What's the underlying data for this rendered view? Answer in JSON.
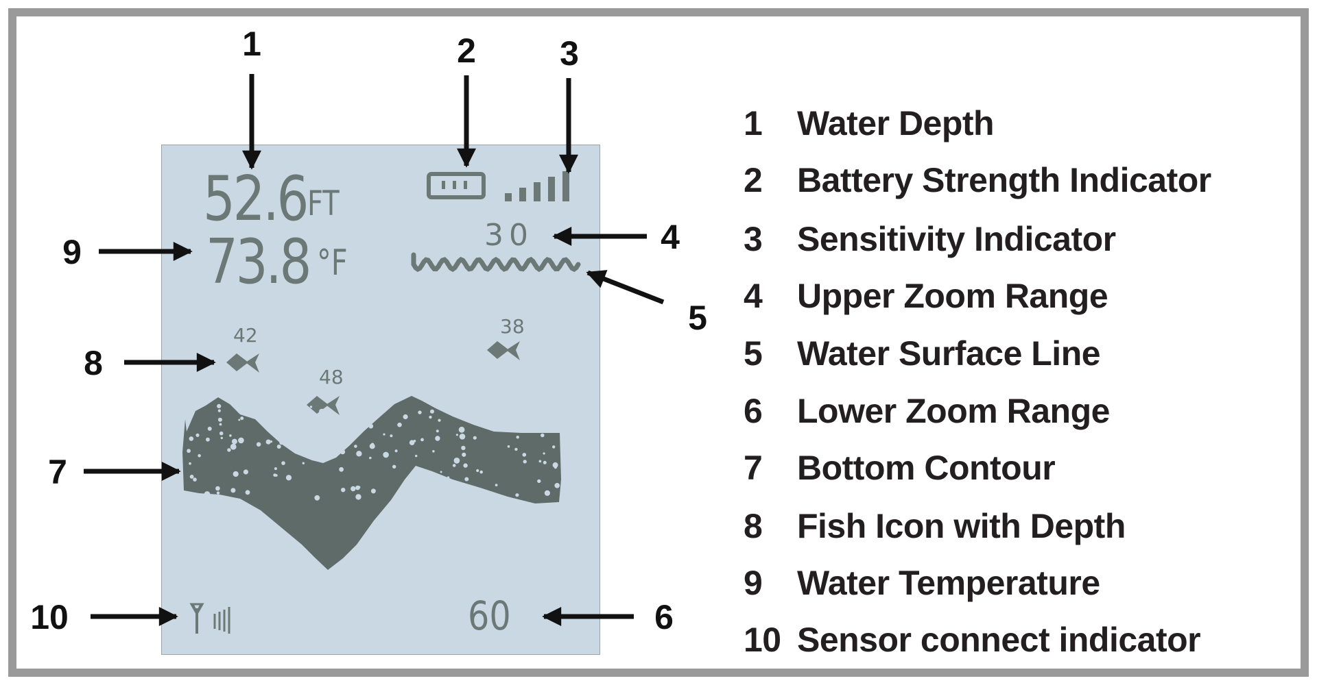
{
  "display": {
    "water_depth": "52.6",
    "depth_unit": "FT",
    "water_temperature": "73.8",
    "temperature_unit": "°F",
    "upper_zoom_range": "30",
    "lower_zoom_range": "60",
    "battery_level_bars": 3,
    "sensitivity_bars": 5,
    "fish": [
      {
        "depth": "42"
      },
      {
        "depth": "48"
      },
      {
        "depth": "38"
      }
    ]
  },
  "callouts": [
    "1",
    "2",
    "3",
    "4",
    "5",
    "6",
    "7",
    "8",
    "9",
    "10"
  ],
  "legend": [
    {
      "num": "1",
      "label": "Water Depth"
    },
    {
      "num": "2",
      "label": "Battery Strength Indicator"
    },
    {
      "num": "3",
      "label": "Sensitivity Indicator"
    },
    {
      "num": "4",
      "label": "Upper Zoom Range"
    },
    {
      "num": "5",
      "label": "Water Surface Line"
    },
    {
      "num": "6",
      "label": "Lower Zoom Range"
    },
    {
      "num": "7",
      "label": "Bottom Contour"
    },
    {
      "num": "8",
      "label": "Fish Icon with Depth"
    },
    {
      "num": "9",
      "label": "Water Temperature"
    },
    {
      "num": "10",
      "label": "Sensor connect indicator"
    }
  ],
  "colors": {
    "lcd": "#cad8e3",
    "ink": "#6c7876",
    "contour": "#5f6b68",
    "frame": "#9a9a9a",
    "arrow": "#111111"
  }
}
